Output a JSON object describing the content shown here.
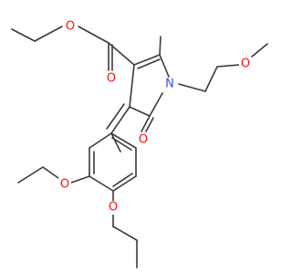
{
  "atoms": {
    "o_ester_methoxy": "O",
    "o_ester_carbonyl": "O",
    "o_methoxyethyl": "O",
    "n_ring": "N",
    "o_lactam": "O",
    "o_ethoxy": "O",
    "o_propoxy": "O"
  },
  "colors": {
    "bond": "#3a3a3a",
    "oxygen": "#ff0d0d",
    "nitrogen": "#3050f8",
    "background": "#ffffff"
  }
}
